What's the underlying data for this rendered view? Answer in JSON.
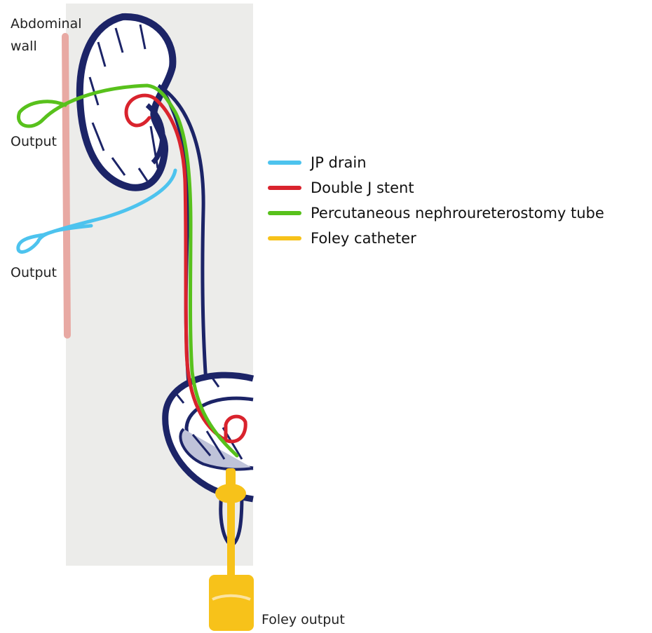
{
  "labels": {
    "abdominal_wall_line1": "Abdominal",
    "abdominal_wall_line2": "wall",
    "output_upper": "Output",
    "output_lower": "Output",
    "foley_output": "Foley output"
  },
  "legend": [
    {
      "label": "JP drain",
      "color": "#4dc3ee"
    },
    {
      "label": "Double J stent",
      "color": "#d9232d"
    },
    {
      "label": "Percutaneous nephroureterostomy tube",
      "color": "#58c11c"
    },
    {
      "label": "Foley catheter",
      "color": "#f7c21a"
    }
  ],
  "colors": {
    "panel_background": "#ececea",
    "anatomy_outline": "#1c2467",
    "abdominal_wall": "#e8a9a3",
    "jp_drain": "#4dc3ee",
    "double_j_stent": "#d9232d",
    "nephrostomy_tube": "#58c11c",
    "foley_catheter": "#f7c21a"
  }
}
